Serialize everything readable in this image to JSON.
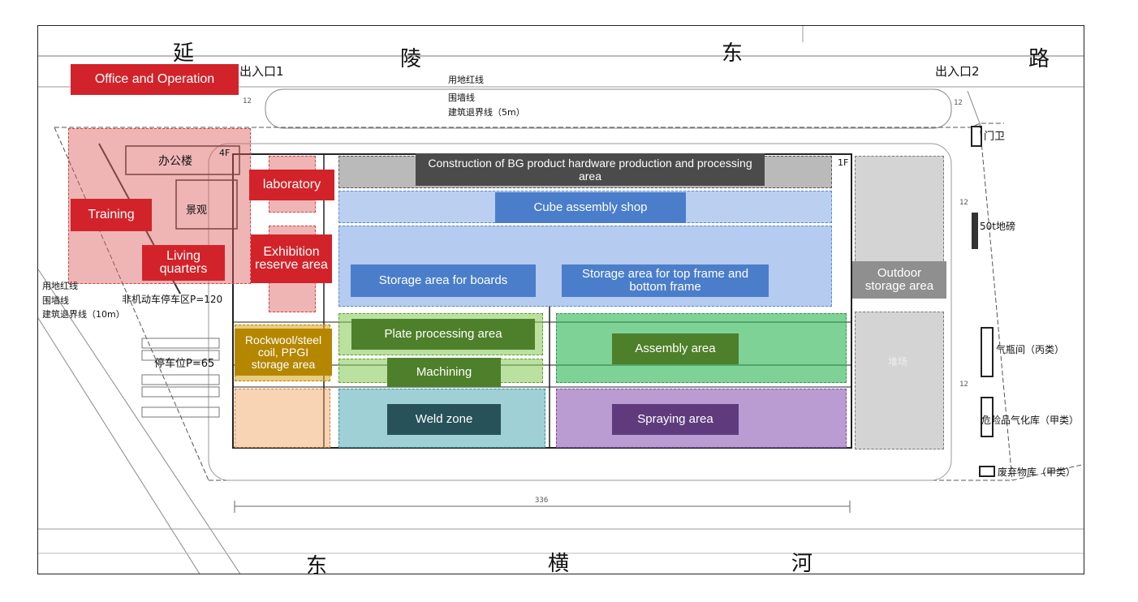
{
  "roads": {
    "north": [
      "延",
      "陵",
      "东",
      "路"
    ],
    "south": [
      "东",
      "横",
      "河"
    ]
  },
  "map_text": {
    "entrance1": "出入口1",
    "entrance2": "出入口2",
    "land_line": "用地红线",
    "wall_line": "围墙线",
    "setback_5m": "建筑退界线（5m）",
    "office_bldg": "办公楼",
    "office_floors": "4F",
    "landscape": "景观",
    "bike_parking": "非机动车停车区P=120",
    "car_parking": "停车位P=65",
    "gate": "门卫",
    "weighbridge": "50t地磅",
    "gas_room": "气瓶间（丙类）",
    "hazard_store": "危险品气化库（甲类）",
    "waste_store": "废弃物库（甲类）",
    "yard": "堆场",
    "left_land_line": "用地红线",
    "left_wall_line": "围墙线",
    "left_setback": "建筑退界线（10m）",
    "floor_1f": "1F",
    "dim_336": "336",
    "dim_12": "12"
  },
  "labels": {
    "office": "Office and Operation",
    "training": "Training",
    "living": "Living quarters",
    "laboratory": "laboratory",
    "exhibition": "Exhibition reserve area",
    "bg_hardware": "Construction of BG product hardware production and processing area",
    "cube": "Cube assembly shop",
    "boards": "Storage area for boards",
    "top_frame": "Storage area for top frame and bottom frame",
    "outdoor": "Outdoor storage area",
    "rockwool": "Rockwool/steel coil, PPGI storage area",
    "plate": "Plate processing area",
    "machining": "Machining",
    "assembly": "Assembly area",
    "weld": "Weld zone",
    "spraying": "Spraying area"
  },
  "colors": {
    "red": "#d2232a",
    "blue": "#4a7ecb",
    "green": "#4e7f2a",
    "purple": "#5f3b7e",
    "teal": "#27525a",
    "gold": "#b58700",
    "dark": "#4b4b4b",
    "gray": "#8f8f8f"
  }
}
